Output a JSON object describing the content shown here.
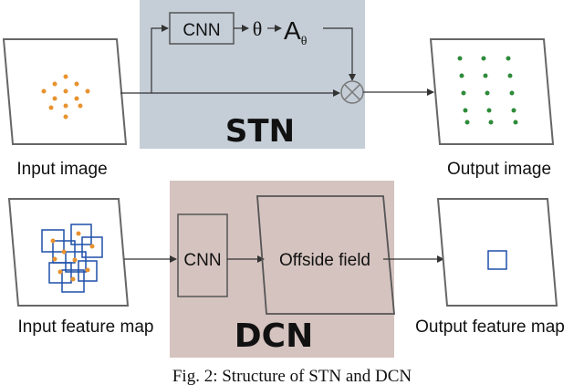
{
  "stn": {
    "title": "STN",
    "cnn_label": "CNN",
    "theta": "θ",
    "a_base": "A",
    "a_sub": "θ",
    "bg_color": "#c5ced7"
  },
  "dcn": {
    "title": "DCN",
    "cnn_label": "CNN",
    "field_label": "Offside field",
    "bg_color": "#d5c3bf"
  },
  "labels": {
    "input_image": "Input image",
    "output_image": "Output image",
    "input_feature_map": "Input feature map",
    "output_feature_map": "Output feature map"
  },
  "caption": "Fig. 2: Structure of STN and DCN",
  "colors": {
    "input_dots": "#e8922e",
    "output_dots": "#2e8b3a",
    "boxes": "#1f4fa8"
  }
}
